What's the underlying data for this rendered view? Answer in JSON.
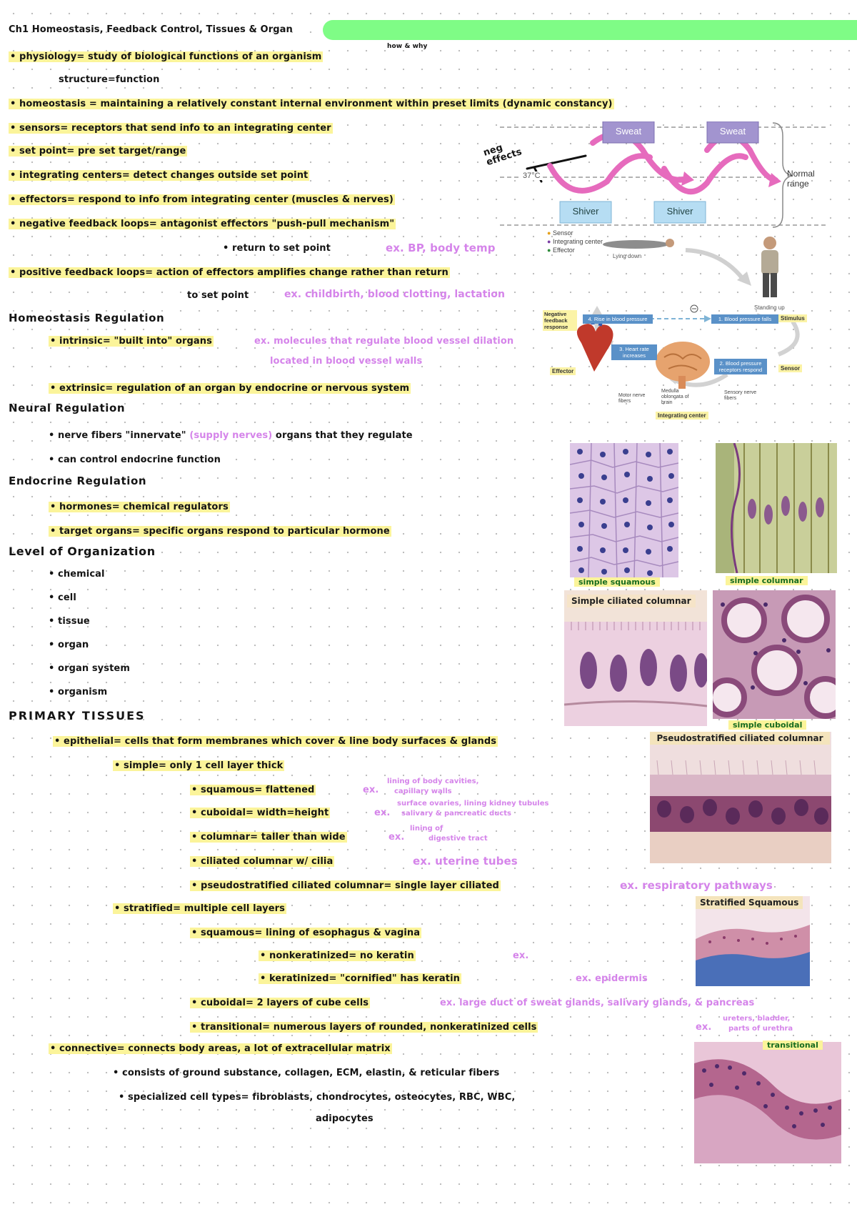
{
  "title": "Ch1 Homeostasis, Feedback Control, Tissues & Organ",
  "notes": {
    "physiology": "• physiology= study of biological functions of an organism",
    "physiology_note": "how & why",
    "structure_function": "structure=function",
    "homeostasis": "• homeostasis = maintaining a relatively constant internal environment within preset limits (dynamic constancy)",
    "sensors": "• sensors= receptors that send info to an integrating center",
    "set_point": "• set point= pre set target/range",
    "integrating_centers": "• integrating centers= detect changes outside set point",
    "effectors": "• effectors= respond to info from integrating center (muscles & nerves)",
    "negative_feedback": "• negative feedback loops= antagonist effectors \"push-pull mechanism\"",
    "return_set_point": "• return to set point",
    "negative_example": "ex. BP, body temp",
    "positive_feedback": "• positive feedback loops= action of effectors amplifies change rather than return",
    "positive_to_set": "to set point",
    "positive_example": "ex. childbirth, blood clotting, lactation",
    "neg_effects_note": "neg effects",
    "homeostasis_regulation": "Homeostasis Regulation",
    "intrinsic": "• intrinsic= \"built into\" organs",
    "intrinsic_example_1": "ex. molecules that regulate blood vessel dilation",
    "intrinsic_example_2": "located in blood vessel walls",
    "extrinsic": "• extrinsic= regulation of an organ by endocrine or nervous system",
    "neural_regulation": "Neural Regulation",
    "nerve_fibers": "• nerve fibers \"innervate\"",
    "supply_nerves": "(supply nerves)",
    "nerve_fibers_end": "organs that they regulate",
    "endocrine_control": "• can control endocrine function",
    "endocrine_regulation": "Endocrine Regulation",
    "hormones": "• hormones= chemical regulators",
    "target_organs": "• target organs= specific organs respond to particular hormone",
    "levels_heading": "Level of Organization",
    "levels": [
      "• chemical",
      "• cell",
      "• tissue",
      "• organ",
      "• organ system",
      "• organism"
    ],
    "primary_tissues": "PRIMARY TISSUES",
    "epithelial": "• epithelial= cells that form membranes which cover & line body surfaces & glands",
    "simple": "• simple= only 1 cell layer thick",
    "squamous": "• squamous= flattened",
    "squamous_ex": "ex.",
    "squamous_ex_detail_1": "lining of body cavities,",
    "squamous_ex_detail_2": "capillary walls",
    "cuboidal": "• cuboidal= width=height",
    "cuboidal_ex": "ex.",
    "cuboidal_ex_detail_1": "surface ovaries, lining kidney tubules",
    "cuboidal_ex_detail_2": "salivary & pancreatic ducts",
    "columnar": "• columnar= taller than wide",
    "columnar_ex": "ex.",
    "columnar_ex_detail_1": "lining of",
    "columnar_ex_detail_2": "digestive tract",
    "ciliated_columnar": "• ciliated columnar w/ cilia",
    "ciliated_ex": "ex. uterine tubes",
    "pseudostratified": "• pseudostratified ciliated columnar= single layer ciliated",
    "pseudostratified_ex": "ex. respiratory pathways",
    "stratified": "• stratified= multiple cell layers",
    "strat_squamous": "• squamous= lining of esophagus & vagina",
    "nonkeratinized": "• nonkeratinized= no keratin",
    "nonkeratinized_ex": "ex.",
    "keratinized": "• keratinized= \"cornified\" has keratin",
    "keratinized_ex": "ex. epidermis",
    "strat_cuboidal": "• cuboidal= 2 layers of cube cells",
    "strat_cuboidal_ex": "ex. large duct of sweat glands, salivary glands, & pancreas",
    "transitional": "• transitional= numerous layers of rounded, nonkeratinized cells",
    "transitional_ex": "ex.",
    "transitional_ex_detail_1": "ureters, bladder,",
    "transitional_ex_detail_2": "parts of urethra",
    "connective": "• connective= connects body areas, a lot of extracellular matrix",
    "connective_consists": "• consists of ground substance, collagen, ECM, elastin, & reticular fibers",
    "connective_cells": "• specialized cell types= fibroblasts, chondrocytes, osteocytes, RBC, WBC,",
    "connective_cells_2": "adipocytes"
  },
  "diagram_temp": {
    "sweat_1": "Sweat",
    "sweat_2": "Sweat",
    "shiver_1": "Shiver",
    "shiver_2": "Shiver",
    "temp_label": "37°C",
    "normal_range": "Normal range",
    "legend": [
      "Sensor",
      "Integrating center",
      "Effector"
    ],
    "legend_colors": [
      "#e5a11c",
      "#7b3fa5",
      "#2e8b3a"
    ]
  },
  "diagram_bp": {
    "lying_down": "Lying down",
    "standing_up": "Standing up",
    "negative_response": "Negative feedback response",
    "step4": "4. Rise in blood pressure",
    "step1": "1. Blood pressure falls",
    "stimulus": "Stimulus",
    "step3": "3. Heart rate increases",
    "step2": "2. Blood pressure receptors respond",
    "sensor": "Sensor",
    "effector": "Effector",
    "medulla": "Medulla oblongata of brain",
    "motor": "Motor nerve fibers",
    "sensory": "Sensory nerve fibers",
    "integrating_center": "Integrating center"
  },
  "tissue_images": {
    "simple_squamous": "simple squamous",
    "simple_columnar": "simple columnar",
    "simple_ciliated_columnar": "Simple ciliated columnar",
    "simple_cuboidal": "simple cuboidal",
    "pseudostratified": "Pseudostratified ciliated columnar",
    "stratified_squamous": "Stratified Squamous",
    "transitional": "transitional"
  }
}
